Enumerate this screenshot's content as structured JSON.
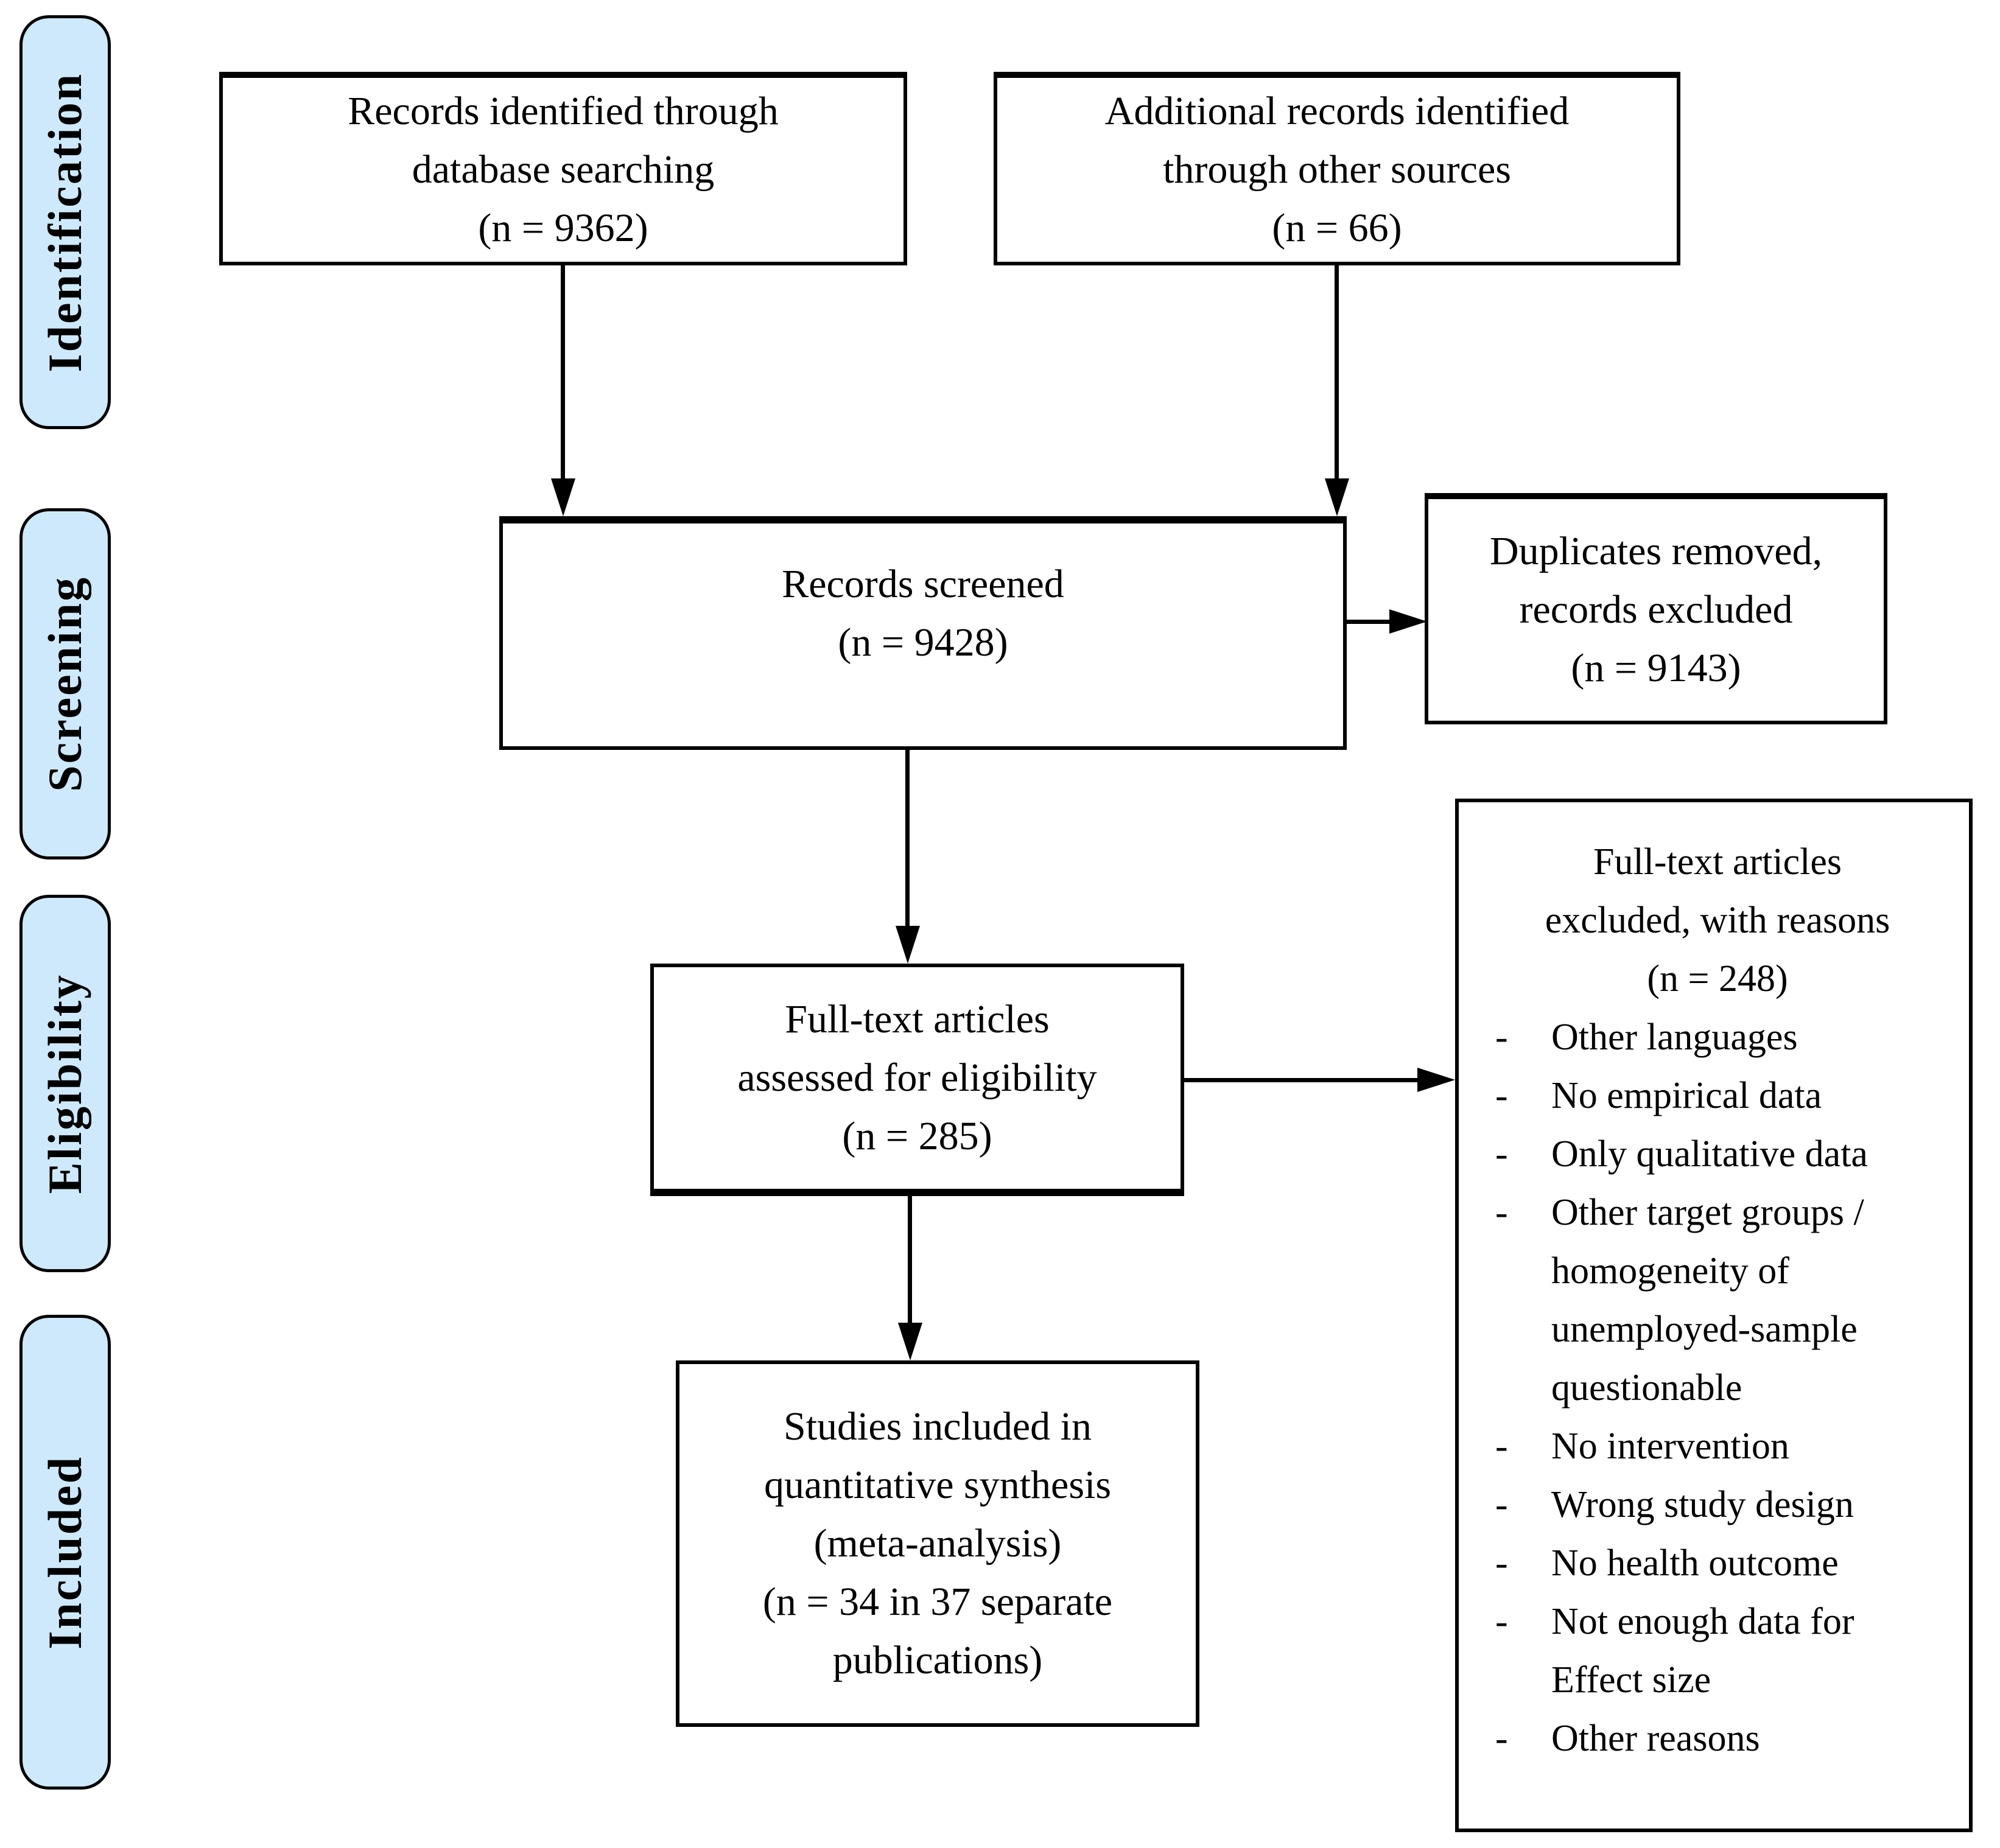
{
  "sidebar": {
    "fill_color": "#cde9fb",
    "stages": [
      {
        "label": "Identification"
      },
      {
        "label": "Screening"
      },
      {
        "label": "Eligibility"
      },
      {
        "label": "Included"
      }
    ]
  },
  "boxes": {
    "db_search": {
      "lines": [
        "Records identified through",
        "database searching",
        "(n = 9362)"
      ]
    },
    "other_sources": {
      "lines": [
        "Additional records identified",
        "through other sources",
        "(n = 66)"
      ]
    },
    "screened": {
      "lines": [
        "Records screened",
        "(n = 9428)"
      ]
    },
    "duplicates": {
      "lines": [
        "Duplicates removed,",
        "records excluded",
        "(n = 9143)"
      ]
    },
    "fulltext": {
      "lines": [
        "Full-text articles",
        "assessed for eligibility",
        "(n = 285)"
      ]
    },
    "excluded": {
      "header_lines": [
        "Full-text articles",
        "excluded, with reasons",
        "(n = 248)"
      ],
      "bullet": "-",
      "reasons": [
        "Other languages",
        "No empirical data",
        "Only qualitative data",
        "Other target groups / homogeneity of unemployed-sample questionable",
        "No intervention",
        "Wrong study design",
        "No health outcome",
        "Not enough data for Effect size",
        "Other reasons"
      ]
    },
    "included_studies": {
      "lines": [
        "Studies included in",
        "quantitative synthesis",
        "(meta-analysis)",
        "(n = 34 in 37 separate",
        "publications)"
      ]
    }
  }
}
